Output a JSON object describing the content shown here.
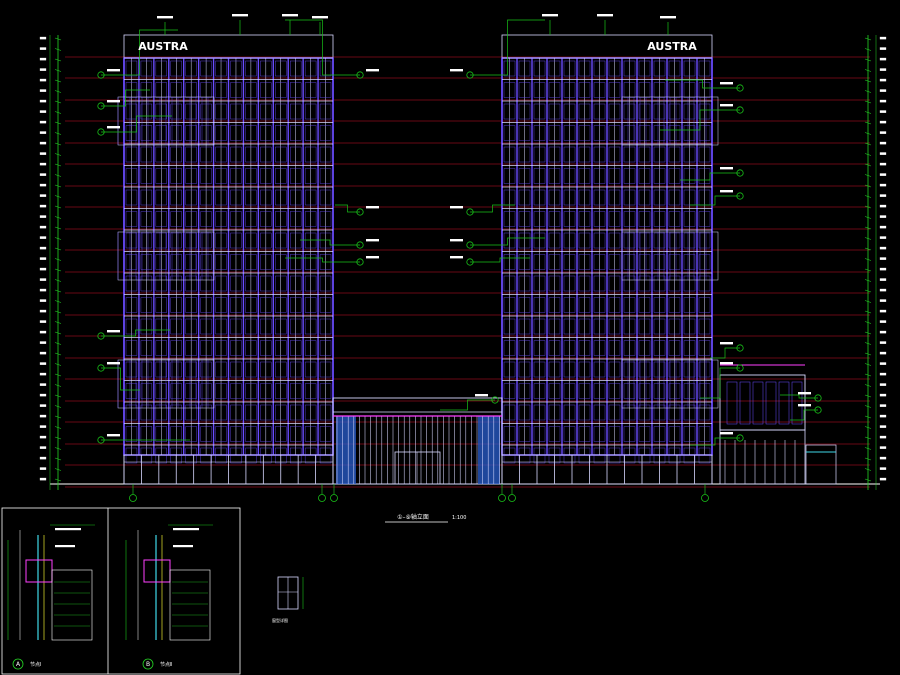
{
  "drawing": {
    "tower_sign": "AUSTRA",
    "elevation_title": "①–⑨轴立面",
    "elevation_scale": "1:100",
    "detail_a_label": "A",
    "detail_a_title": "节点Ⅰ",
    "detail_b_label": "B",
    "detail_b_title": "节点Ⅱ",
    "window_caption": "窗型详图"
  },
  "colors": {
    "background": "#000000",
    "facade": "#6a4cff",
    "mullion": "#d8d8ff",
    "floor_line": "#d0102a",
    "leader": "#19c219",
    "dimension": "#25d425",
    "text": "#ffffff",
    "accent": "#ff40ff",
    "cyan": "#3fd8e8",
    "yellow": "#e8e830"
  }
}
